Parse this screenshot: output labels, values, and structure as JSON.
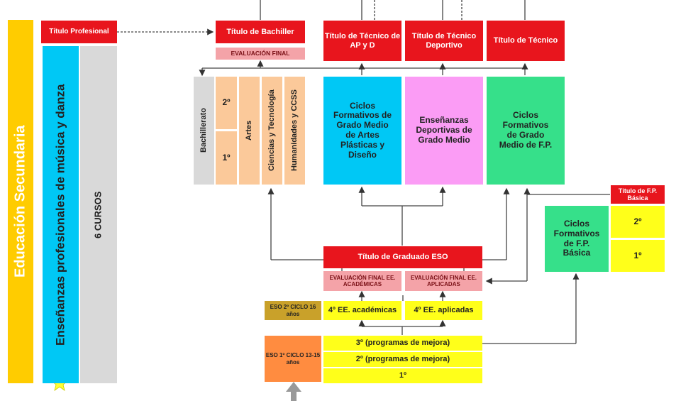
{
  "left": {
    "secundaria": "Educación Secundaria",
    "musica": "Enseñanzas profesionales de música y danza",
    "cursos": "6 CURSOS",
    "titulo_profesional": "Título Profesional"
  },
  "top_titles": {
    "bachiller": "Título de Bachiller",
    "eval_final": "EVALUACIÓN FINAL",
    "tecnico_ap": "Título de Técnico de AP y D",
    "tecnico_deportivo": "Título de Técnico Deportivo",
    "tecnico": "Título de Técnico"
  },
  "bachillerato": {
    "label": "Bachillerato",
    "year2": "2º",
    "year1": "1º",
    "artes": "Artes",
    "ciencias": "Ciencias y Tecnología",
    "humanidades": "Humanidades y CCSS"
  },
  "ciclos": {
    "artes": "Ciclos Formativos de Grado Medio de Artes Plásticas y Diseño",
    "deportivas": "Enseñanzas Deportivas de Grado Medio",
    "fp": "Ciclos Formativos de Grado Medio de F.P."
  },
  "fp_basica": {
    "titulo": "Título de F.P. Básica",
    "ciclos": "Ciclos Formativos de F.P. Básica",
    "year2": "2º",
    "year1": "1º"
  },
  "eso": {
    "titulo": "Título de Graduado ESO",
    "eval_academicas": "EVALUACIÓN FINAL EE. ACADÉMICAS",
    "eval_aplicadas": "EVALUACIÓN FINAL EE. APLICADAS",
    "ciclo2": "ESO 2º CICLO 16 años",
    "academicas": "4º EE. académicas",
    "aplicadas": "4º EE. aplicadas",
    "ciclo1": "ESO 1º CICLO 13-15 años",
    "year3": "3º (programas de mejora)",
    "year2": "2º (programas de mejora)",
    "year1": "1º"
  },
  "colors": {
    "red": "#e8151d",
    "cyan": "#00c8f5",
    "magenta": "#fb9cf5",
    "green": "#36e08a",
    "yellow": "#ffff1a",
    "orange": "#ffcc00"
  }
}
